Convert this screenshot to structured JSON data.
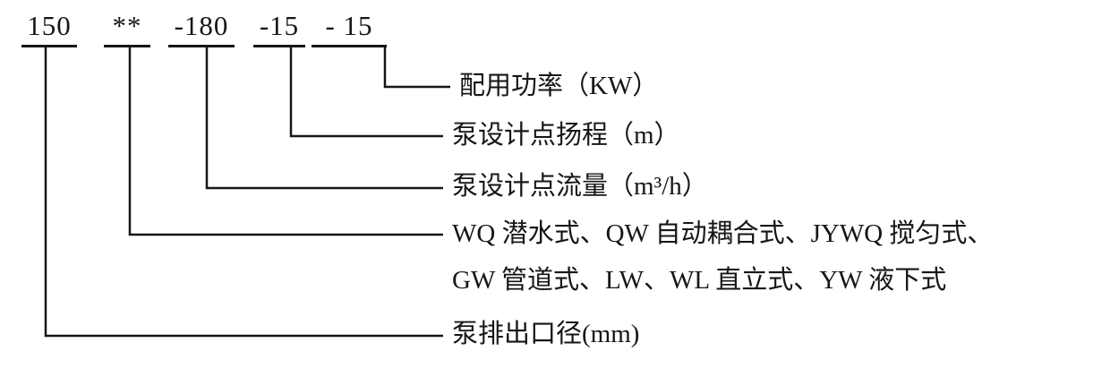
{
  "model_code": {
    "segments": [
      {
        "id": "diameter",
        "text": "150"
      },
      {
        "id": "type",
        "text": "**"
      },
      {
        "id": "flow",
        "text": "-180"
      },
      {
        "id": "head",
        "text": "-15"
      },
      {
        "id": "power",
        "text": "- 15"
      }
    ]
  },
  "labels": {
    "power": "配用功率（KW）",
    "head": "泵设计点扬程（m）",
    "flow": "泵设计点流量（m³/h）",
    "type_line1": "WQ 潜水式、QW 自动耦合式、JYWQ 搅匀式、",
    "type_line2": "GW 管道式、LW、WL 直立式、YW  液下式",
    "diameter": "泵排出口径(mm)"
  },
  "colors": {
    "line": "#161616",
    "text": "#161616",
    "background": "#ffffff"
  }
}
